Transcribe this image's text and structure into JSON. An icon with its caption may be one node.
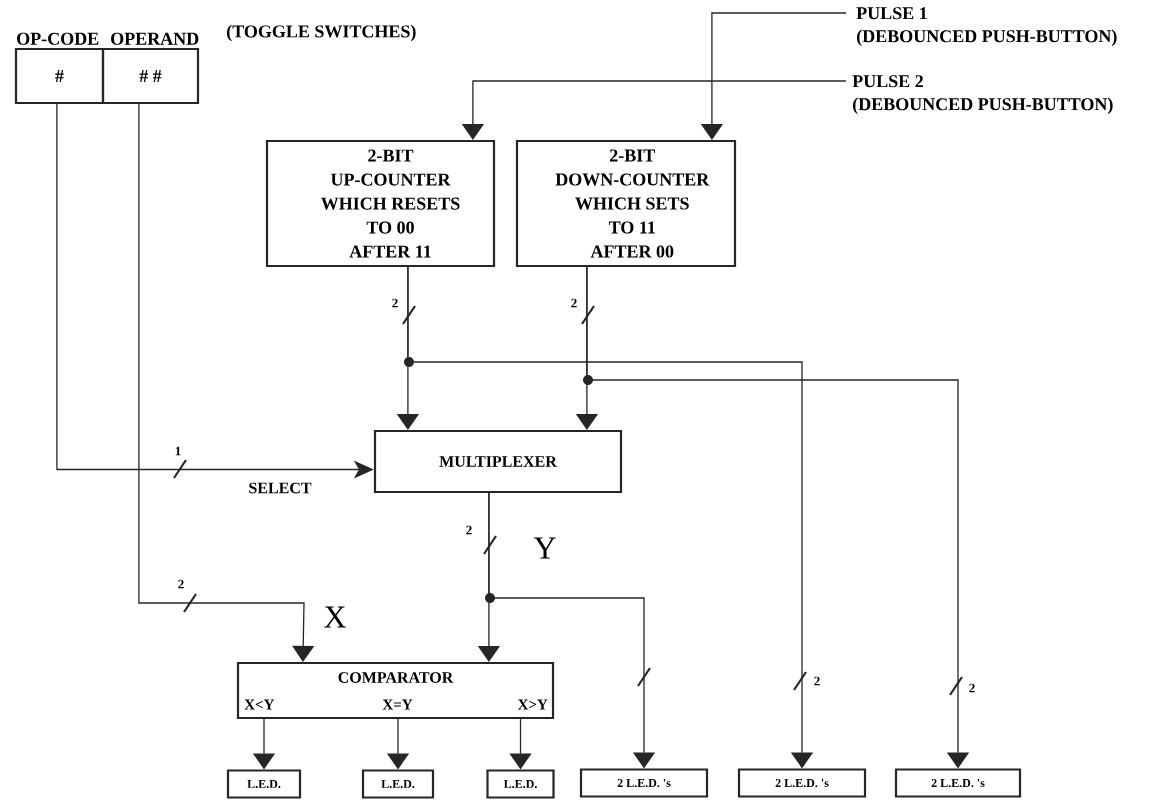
{
  "diagram": {
    "nodes": [
      {
        "text": [
          "OP-CODE",
          "#"
        ]
      },
      {
        "text": [
          "OPERAND",
          "# #"
        ]
      },
      {
        "text": [
          "PULSE 1 (DEBOUNCED PUSH-BUTTON)"
        ]
      },
      {
        "text": [
          "PULSE 2 (DEBOUNCED PUSH-BUTTON)"
        ]
      },
      {
        "text": [
          "2-BIT UP-COUNTER WHICH RESETS TO 00 AFTER 11"
        ]
      },
      {
        "text": [
          "2-BIT DOWN-COUNTER WHICH SETS TO 11 AFTER 00"
        ]
      },
      {
        "text": [
          "MULTIPLEXER"
        ]
      },
      {
        "text": [
          "COMPARATOR",
          "X<Y",
          "X=Y",
          "X>Y"
        ]
      },
      {
        "text": [
          "L.E.D."
        ]
      },
      {
        "text": [
          "L.E.D."
        ]
      },
      {
        "text": [
          "L.E.D."
        ]
      },
      {
        "text": [
          "2 L.E.D. 's"
        ]
      },
      {
        "text": [
          "2 L.E.D. 's"
        ]
      },
      {
        "text": [
          "2 L.E.D. 's"
        ]
      }
    ],
    "edges": [
      {
        "from": 0,
        "to": 6,
        "arrow": "to",
        "label": "SELECT"
      },
      {
        "from": 1,
        "to": 7,
        "arrow": "to",
        "label": "X"
      },
      {
        "from": 2,
        "to": 5,
        "arrow": "to"
      },
      {
        "from": 3,
        "to": 4,
        "arrow": "to"
      },
      {
        "from": 4,
        "to": 6,
        "arrow": "to"
      },
      {
        "from": 5,
        "to": 6,
        "arrow": "to"
      },
      {
        "from": 4,
        "to": 12,
        "arrow": "to"
      },
      {
        "from": 5,
        "to": 13,
        "arrow": "to"
      },
      {
        "from": 6,
        "to": 7,
        "arrow": "to",
        "label": "Y"
      },
      {
        "from": 6,
        "to": 11,
        "arrow": "to"
      },
      {
        "from": 7,
        "to": 8,
        "arrow": "to"
      },
      {
        "from": 7,
        "to": 9,
        "arrow": "to"
      },
      {
        "from": 7,
        "to": 10,
        "arrow": "to"
      }
    ],
    "labels": [
      "(TOGGLE SWITCHES)",
      "2",
      "2",
      "1",
      "2",
      "2",
      "2",
      "2"
    ]
  }
}
